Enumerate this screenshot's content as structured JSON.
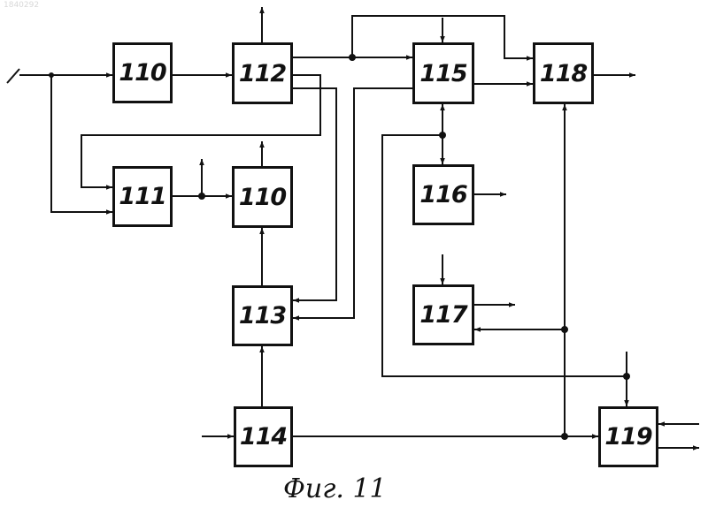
{
  "doc_id": "1840292",
  "caption": "Фиг. 11",
  "blocks": {
    "b110_top": "110",
    "b112": "112",
    "b115": "115",
    "b118": "118",
    "b111": "111",
    "b110_mid": "110",
    "b116": "116",
    "b113": "113",
    "b117": "117",
    "b114": "114",
    "b119": "119"
  }
}
